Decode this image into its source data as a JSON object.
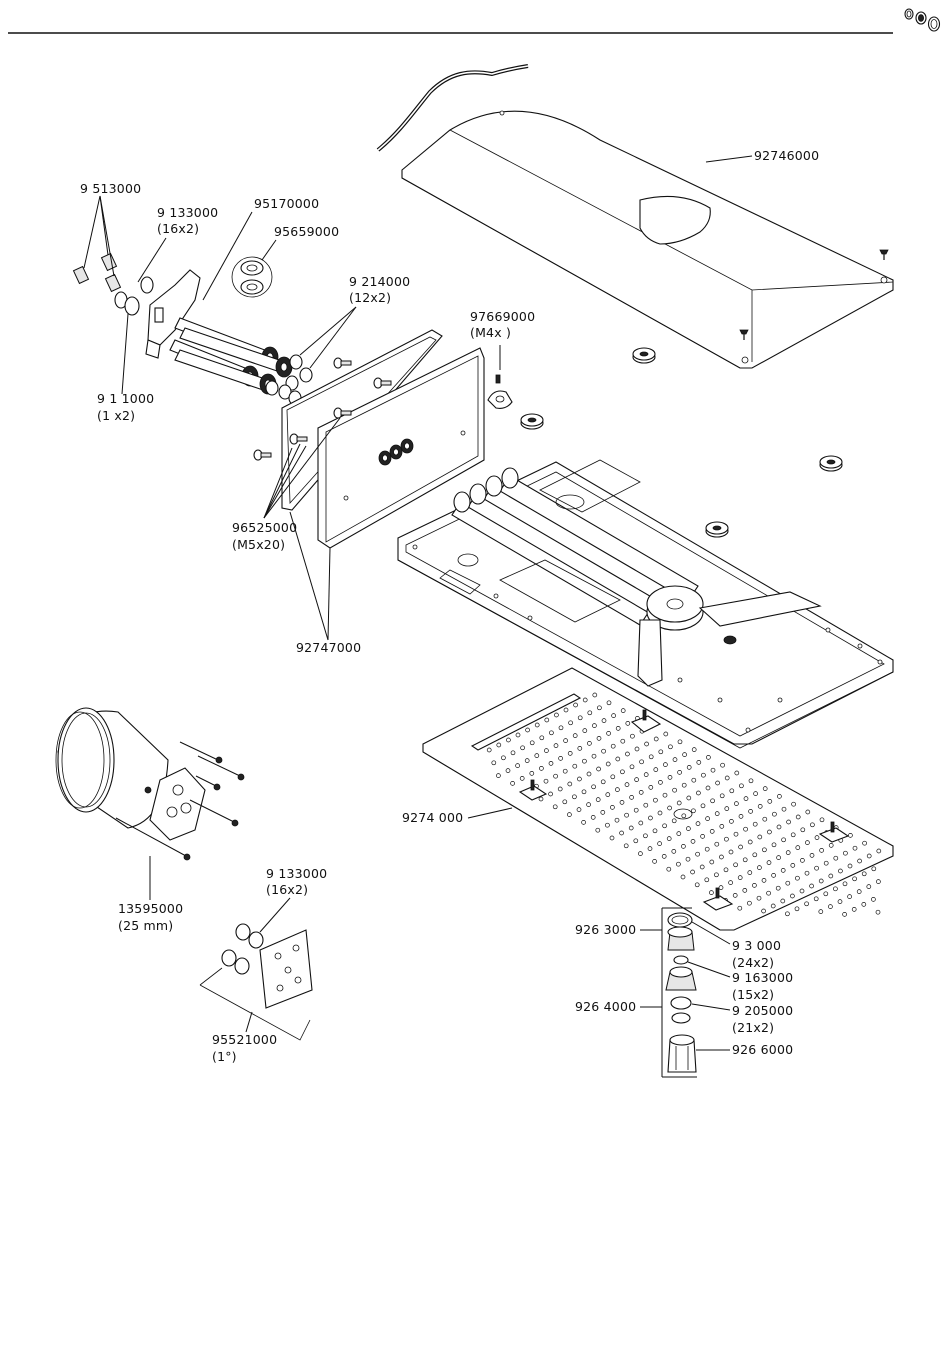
{
  "header": {
    "icon": "seal-rings-icon"
  },
  "labels": {
    "top_cover": "92746000",
    "screws_9513000": "9 513000",
    "orings_9133000_a": "9 133000",
    "orings_9133000_a_qty": "(16x2)",
    "connector_95170000": "95170000",
    "check_95659000": "95659000",
    "orings_9214000": "9 214000",
    "orings_9214000_qty": "(12x2)",
    "screw_97669000": "97669000",
    "screw_97669000_size": "(M4x  )",
    "orings_911000": "9 1 1000",
    "orings_911000_qty": "(1  x2)",
    "screws_96525000": "96525000",
    "screws_96525000_size": "(M5x20)",
    "plate_92747000": "92747000",
    "spray_plate": "9274 000",
    "extension_13595000": "13595000",
    "extension_13595000_size": "(25 mm)",
    "orings_9133000_b": "9 133000",
    "orings_9133000_b_qty": "(16x2)",
    "flange_95521000": "95521000",
    "flange_95521000_qty": "(1°)",
    "nozzle_9263000": "926 3000",
    "nozzle_9264000": "926 4000",
    "oring_93000": "9 3   000",
    "oring_93000_qty": "(24x2)",
    "oring_9163000": "9 163000",
    "oring_9163000_qty": "(15x2)",
    "oring_9205000": "9 205000",
    "oring_9205000_qty": "(21x2)",
    "nozzle_9266000": "926 6000"
  }
}
